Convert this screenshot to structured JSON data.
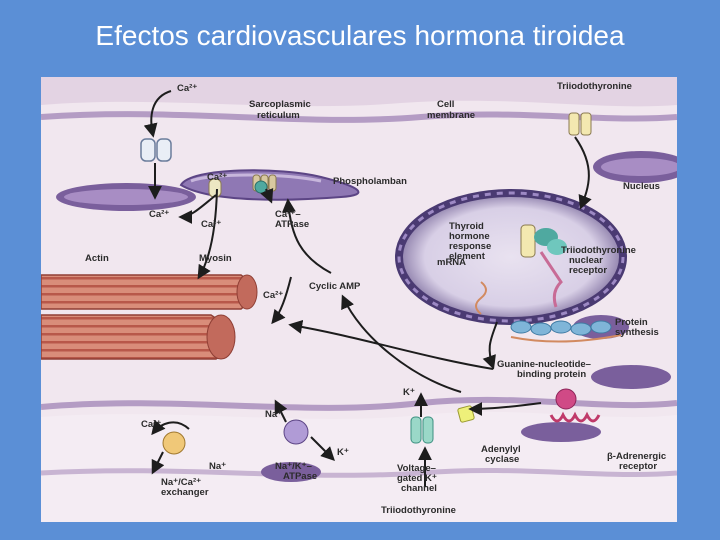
{
  "slide": {
    "title": "Efectos cardiovasculares hormona tiroidea"
  },
  "figure": {
    "labels": {
      "ca_top": "Ca²⁺",
      "sarcoplasmic_1": "Sarcoplasmic",
      "sarcoplasmic_2": "reticulum",
      "cell_membrane_1": "Cell",
      "cell_membrane_2": "membrane",
      "triiodothyronine_top": "Triiodothyronine",
      "ca_sr": "Ca²⁺",
      "phospholamban": "Phospholamban",
      "nucleus": "Nucleus",
      "ca_left": "Ca²⁺",
      "ca_mid": "Ca²⁺",
      "atpase_1": "Ca²⁺–",
      "atpase_2": "ATPase",
      "tre_1": "Thyroid",
      "tre_2": "hormone",
      "tre_3": "response",
      "tre_4": "element",
      "t3_receptor_1": "Triiodothyronine",
      "t3_receptor_2": "nuclear",
      "t3_receptor_3": "receptor",
      "mrna": "mRNA",
      "actin": "Actin",
      "myosin": "Myosin",
      "cyclic_amp": "Cyclic AMP",
      "ca_fiber": "Ca²⁺",
      "protein_1": "Protein",
      "protein_2": "synthesis",
      "g_protein_1": "Guanine-nucleotide–",
      "g_protein_2": "binding protein",
      "k_plus": "K⁺",
      "na_plus_top": "Na⁺",
      "ca_exchanger": "Ca²⁺",
      "na_plus_exchanger": "Na⁺",
      "exchanger_1": "Na⁺/Ca²⁺",
      "exchanger_2": "exchanger",
      "k_plus_pump": "K⁺",
      "na_k_1": "Na⁺/K⁺–",
      "na_k_2": "ATPase",
      "voltage_1": "Voltage–",
      "voltage_2": "gated K⁺",
      "voltage_3": "channel",
      "adenylyl_1": "Adenylyl",
      "adenylyl_2": "cyclase",
      "beta_1": "β-Adrenergic",
      "beta_2": "receptor",
      "triiodothyronine_bottom": "Triiodothyronine"
    }
  }
}
